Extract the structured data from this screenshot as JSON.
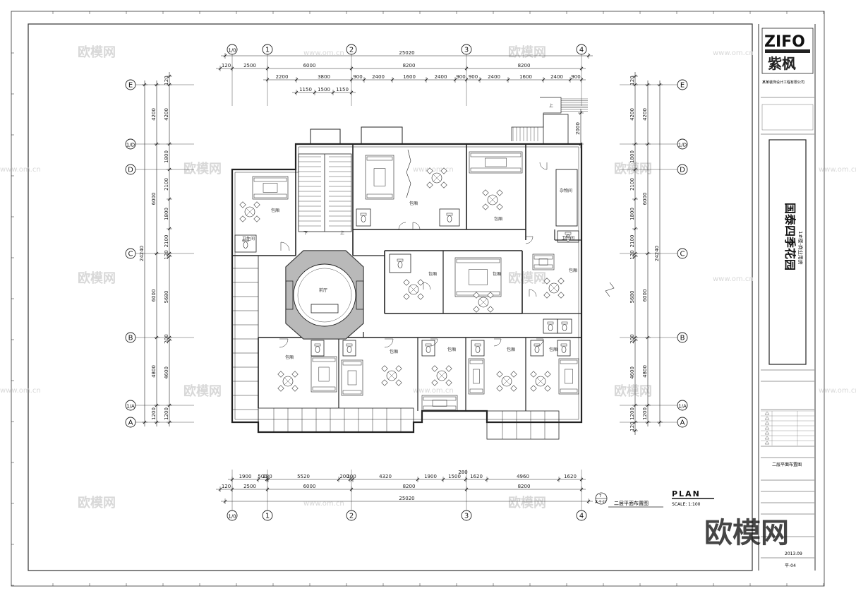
{
  "grid": {
    "columns": [
      "1/0",
      "1",
      "2",
      "3",
      "4"
    ],
    "rows": [
      "E",
      "1/D",
      "D",
      "C",
      "B",
      "1/A",
      "A"
    ]
  },
  "top_dims": {
    "overall": "25020",
    "row2": [
      "120",
      "2500",
      "6000",
      "8200",
      "8200"
    ],
    "row3": [
      "2200",
      "3800",
      "900",
      "2400",
      "1600",
      "2400",
      "900",
      "900",
      "2400",
      "1600",
      "2400",
      "900"
    ],
    "row4": [
      "1150",
      "1500",
      "1150"
    ]
  },
  "bottom_dims": {
    "row1": [
      "1900",
      "500",
      "280",
      "5520",
      "200",
      "200",
      "4320",
      "1900",
      "1500",
      "1620",
      "4960",
      "1620"
    ],
    "extra": "280",
    "row2": [
      "120",
      "2500",
      "6000",
      "8200",
      "8200"
    ],
    "overall": "25020"
  },
  "left_dims": {
    "outer": [
      "120",
      "4200",
      "1800",
      "2100",
      "1800",
      "2100",
      "120",
      "5680",
      "200",
      "4600",
      "1200"
    ],
    "middle": [
      "4200",
      "6000",
      "6000",
      "4800",
      "1200"
    ],
    "overall": "24240"
  },
  "right_dims": {
    "outer": [
      "120",
      "4200",
      "1800",
      "2100",
      "1800",
      "2100",
      "120",
      "5680",
      "200",
      "4600",
      "1200",
      "120"
    ],
    "middle": [
      "4200",
      "6000",
      "6000",
      "4800",
      "1200"
    ],
    "overall": "24240",
    "stair": "2000"
  },
  "rooms": {
    "private": "包厢",
    "restroom": "卫生间",
    "hall": "前厅",
    "storage": "杂物间",
    "down": "下",
    "up": "上"
  },
  "drawing": {
    "plan_label": "PLAN",
    "drawing_title": "二层平面布置图",
    "scale": "SCALE: 1:100",
    "symbol_top": "7",
    "symbol_bottom": "某-平-01"
  },
  "titleblock": {
    "logo": "ZIFO",
    "logo_cn": "紫枫",
    "company": "某某装饰设计工程有限公司",
    "project": "国泰四季花园",
    "project_sub": "1#楼-商业用房",
    "sheet_title": "二层平面布置图",
    "sheet_no": "平-04",
    "date": "2013.09"
  },
  "watermarks": {
    "cn": "欧模网",
    "url": "www.om.cn"
  },
  "big_watermark": "欧模网",
  "colors": {
    "line": "#222222",
    "hatch": "#888888",
    "watermark": "#d8d8d8"
  }
}
